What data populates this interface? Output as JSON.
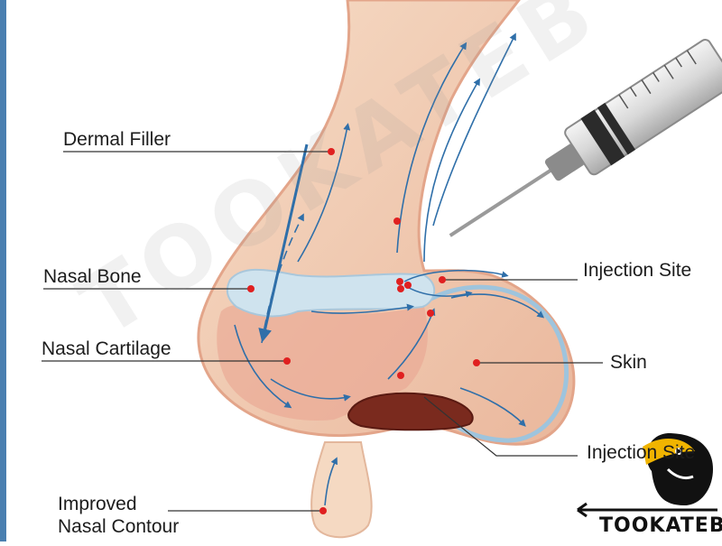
{
  "labels": {
    "dermal_filler": "Dermal Filler",
    "nasal_bone": "Nasal Bone",
    "nasal_cartilage": "Nasal Cartilage",
    "improved_line1": "Improved",
    "improved_line2": "Nasal Contour",
    "injection_site_top": "Injection Site",
    "skin": "Skin",
    "injection_site_bottom": "Injection Site"
  },
  "watermark": "TOOKATEB",
  "brand": "TOOKATEB",
  "colors": {
    "skin": "#f2c9ad",
    "bone": "#f3dfc2",
    "cartilage": "#e9aa95",
    "filler": "#cfe3ee",
    "flow_arrows": "#2f6fa9",
    "marker": "#e02020",
    "nostril": "#7a2a1e",
    "leader_line": "#333333"
  },
  "icons": [
    "syringe-icon",
    "toucan-logo-icon"
  ]
}
